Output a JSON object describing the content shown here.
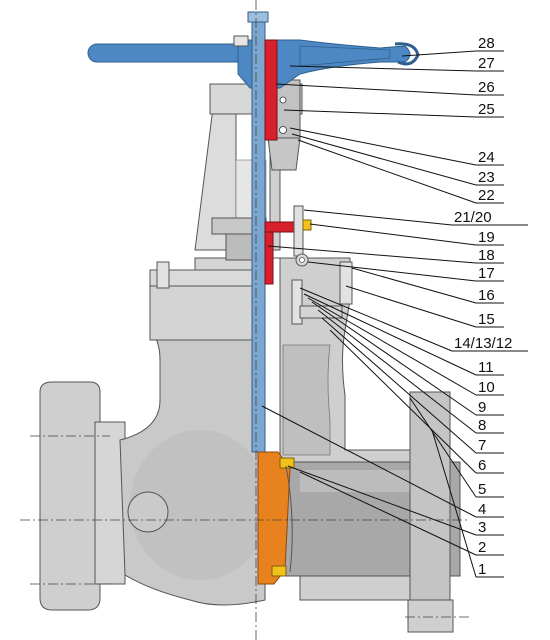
{
  "callouts": [
    "28",
    "27",
    "26",
    "25",
    "24",
    "23",
    "22",
    "21/20",
    "19",
    "18",
    "17",
    "16",
    "15",
    "14/13/12",
    "11",
    "10",
    "9",
    "8",
    "7",
    "6",
    "5",
    "4",
    "3",
    "2",
    "1"
  ],
  "colors": {
    "body_gray": "#cfcfcf",
    "body_light": "#e2e2e2",
    "body_dark": "#9a9a9a",
    "stem_blue": "#7aa6cf",
    "handwheel_blue": "#4d88c4",
    "packing_red": "#d8202a",
    "wedge_orange": "#e8821e",
    "seat_yellow": "#f2c21a",
    "outline": "#555555"
  }
}
